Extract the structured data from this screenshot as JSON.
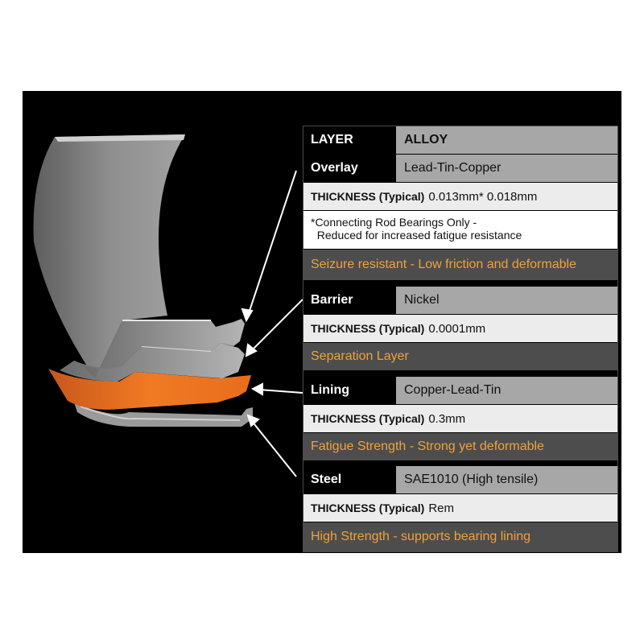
{
  "table": {
    "header": {
      "layer": "LAYER",
      "alloy": "ALLOY"
    },
    "layers": [
      {
        "name": "Overlay",
        "alloy": "Lead-Tin-Copper",
        "thickness_label": "THICKNESS (Typical)",
        "thickness_value": "0.013mm* 0.018mm",
        "note_line1": "*Connecting Rod Bearings Only -",
        "note_line2": "  Reduced for increased fatigue resistance",
        "property": "Seizure resistant - Low friction and deformable"
      },
      {
        "name": "Barrier",
        "alloy": "Nickel",
        "thickness_label": "THICKNESS (Typical)",
        "thickness_value": "0.0001mm",
        "property": "Separation Layer"
      },
      {
        "name": "Lining",
        "alloy": "Copper-Lead-Tin",
        "thickness_label": "THICKNESS (Typical)",
        "thickness_value": "0.3mm",
        "property": "Fatigue Strength - Strong yet deformable"
      },
      {
        "name": "Steel",
        "alloy": "SAE1010 (High tensile)",
        "thickness_label": "THICKNESS (Typical)",
        "thickness_value": "Rem",
        "property": "High Strength - supports bearing lining"
      }
    ]
  },
  "colors": {
    "background": "#000000",
    "header_cell": "#000000",
    "alloy_cell": "#a7a7a7",
    "thickness_row": "#ececec",
    "property_row": "#4d4d4d",
    "property_text": "#f0a23a",
    "lining_layer": "#e8731e",
    "bearing_gray": "#8a8a8a"
  },
  "illustration": {
    "name": "bearing-shell-cutaway"
  }
}
